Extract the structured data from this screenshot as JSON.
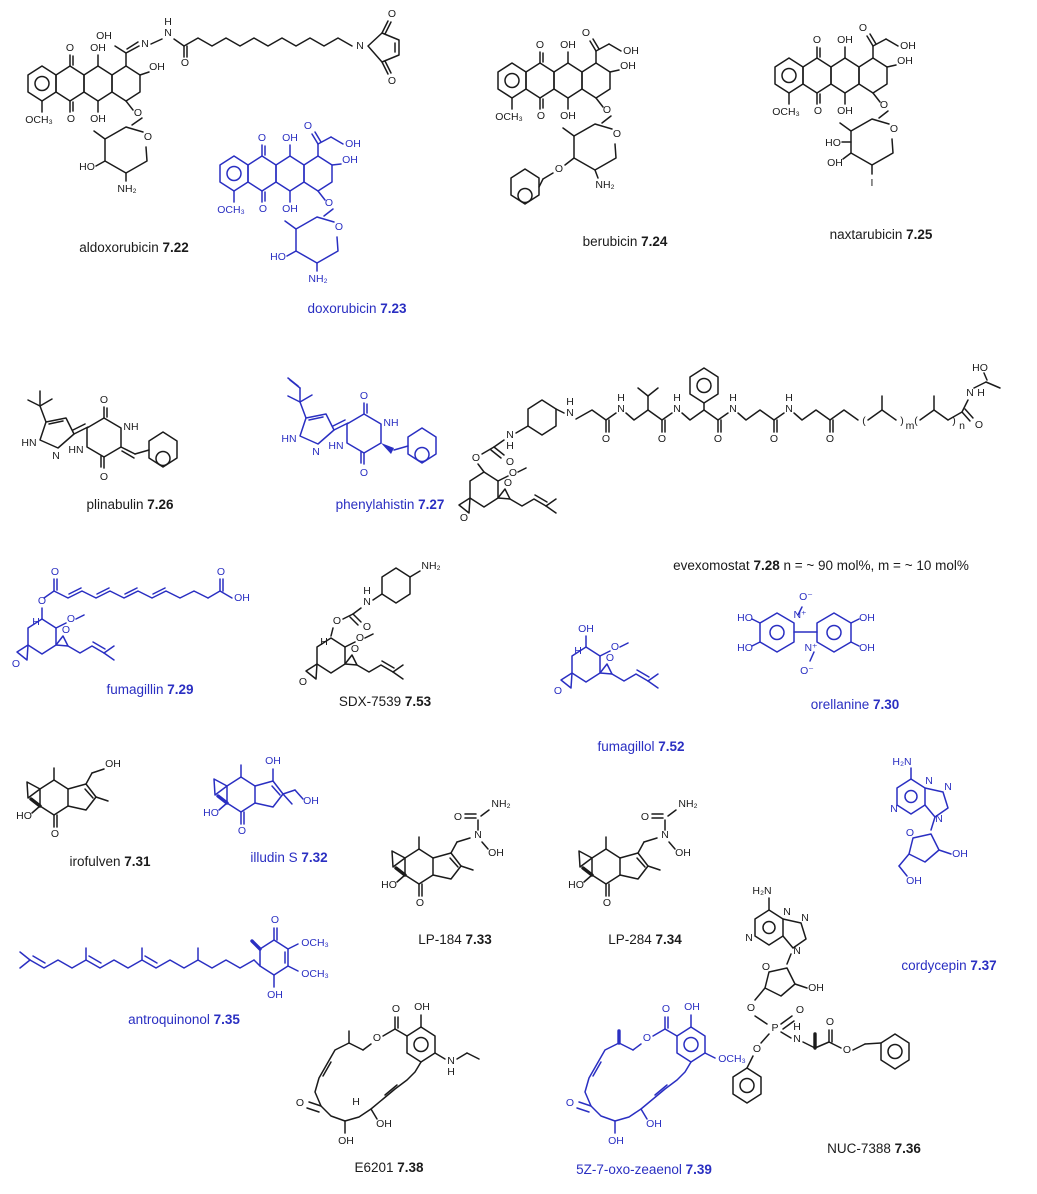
{
  "figure": {
    "background": "#ffffff"
  },
  "colors": {
    "black": "#1b1b1b",
    "blue": "#2a2fc2"
  },
  "glyphs": {
    "O": "O",
    "OH": "OH",
    "HO": "HO",
    "N": "N",
    "H": "H",
    "NH": "NH",
    "HN": "HN",
    "NH2": "NH₂",
    "H2N": "H₂N",
    "OCH3": "OCH₃",
    "N_plus": "N⁺",
    "O_minus": "O⁻",
    "I": "I",
    "P": "P",
    "m": "m",
    "n": "n",
    "paren_open": "(",
    "paren_close": ")"
  },
  "compounds": [
    {
      "name": "aldoxorubicin",
      "number": "7.22",
      "color": "black"
    },
    {
      "name": "doxorubicin",
      "number": "7.23",
      "color": "blue"
    },
    {
      "name": "berubicin",
      "number": "7.24",
      "color": "black"
    },
    {
      "name": "naxtarubicin",
      "number": "7.25",
      "color": "black"
    },
    {
      "name": "plinabulin",
      "number": "7.26",
      "color": "black"
    },
    {
      "name": "phenylahistin",
      "number": "7.27",
      "color": "blue"
    },
    {
      "name": "evexomostat",
      "number": "7.28",
      "suffix": "n = ~ 90 mol%, m = ~ 10 mol%",
      "color": "black"
    },
    {
      "name": "fumagillin",
      "number": "7.29",
      "color": "blue"
    },
    {
      "name": "SDX-7539",
      "number": "7.53",
      "color": "black"
    },
    {
      "name": "fumagillol",
      "number": "7.52",
      "color": "blue"
    },
    {
      "name": "orellanine",
      "number": "7.30",
      "color": "blue"
    },
    {
      "name": "irofulven",
      "number": "7.31",
      "color": "black"
    },
    {
      "name": "illudin S",
      "number": "7.32",
      "color": "blue"
    },
    {
      "name": "LP-184",
      "number": "7.33",
      "color": "black"
    },
    {
      "name": "LP-284",
      "number": "7.34",
      "color": "black"
    },
    {
      "name": "cordycepin",
      "number": "7.37",
      "color": "blue"
    },
    {
      "name": "antroquinonol",
      "number": "7.35",
      "color": "blue"
    },
    {
      "name": "E6201",
      "number": "7.38",
      "color": "black"
    },
    {
      "name": "5Z-7-oxo-zeaenol",
      "number": "7.39",
      "color": "blue"
    },
    {
      "name": "NUC-7388",
      "number": "7.36",
      "color": "black"
    }
  ]
}
